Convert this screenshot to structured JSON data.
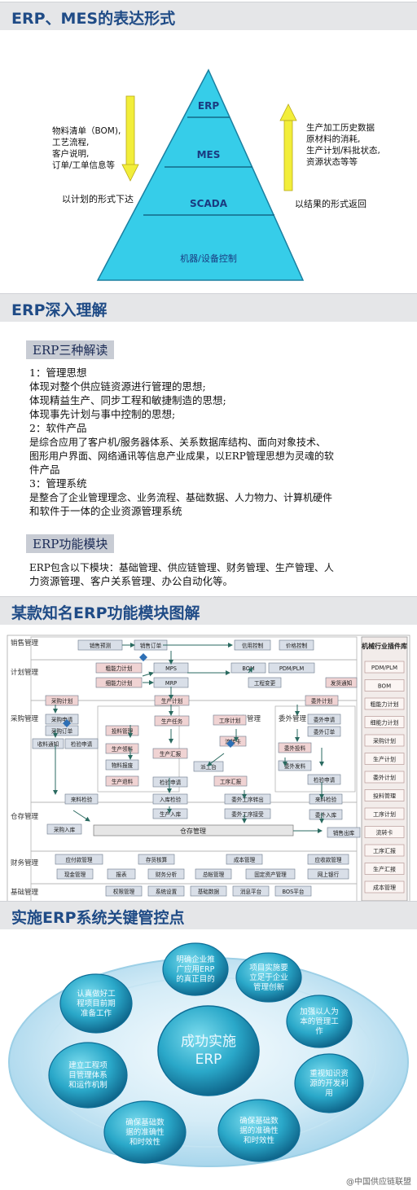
{
  "sections": {
    "s1_title": "ERP、MES的表达形式",
    "s2_title": "ERP深入理解",
    "s3_title": "某款知名ERP功能模块图解",
    "s4_title": "实施ERP系统关键管控点"
  },
  "pyramid": {
    "levels": [
      "ERP",
      "MES",
      "SCADA",
      "机器/设备控制"
    ],
    "left_notes": [
      "物料清单（BOM),",
      "工艺流程,",
      "客户说明,",
      "订单/工单信息等"
    ],
    "left_caption": "以计划的形式下达",
    "right_notes": [
      "生产加工历史数据",
      "原材料的消耗,",
      "生产计划/料批状态,",
      "资源状态等等"
    ],
    "right_caption": "以结果的形式返回",
    "colors": {
      "fill": "#33d0ee",
      "arrow_yellow": "#f2ee3a"
    }
  },
  "erp_understanding": {
    "tag1": "ERP三种解读",
    "lines": [
      "1：管理思想",
      "体现对整个供应链资源进行管理的思想;",
      "体现精益生产、同步工程和敏捷制造的思想;",
      "体现事先计划与事中控制的思想;",
      "2：软件产品",
      "是综合应用了客户机/服务器体系、关系数据库结构、面向对象技术、",
      "图形用户界面、网络通讯等信息产业成果，以ERP管理思想为灵魂的软",
      "件产品",
      "3：管理系统",
      "是整合了企业管理理念、业务流程、基础数据、人力物力、计算机硬件",
      "和软件于一体的企业资源管理系统"
    ],
    "tag2": "ERP功能模块",
    "modules_lines": [
      "ERP包含以下模块：基础管理、供应链管理、财务管理、生产管理、人",
      "力资源管理、客户关系管理、办公自动化等。"
    ]
  },
  "flow": {
    "side_labels": [
      "销售管理",
      "计划管理",
      "采购管理",
      "仓存管理",
      "财务管理",
      "基础管理"
    ],
    "plugin_title": "机械行业插件库",
    "plugins": [
      "PDM/PLM",
      "BOM",
      "粗能力计划",
      "细能力计划",
      "采购计划",
      "生产计划",
      "委外计划",
      "投料管理",
      "工序计划",
      "流转卡",
      "工序汇报",
      "生产汇报",
      "成本管理"
    ],
    "boxes": {
      "sales_forecast": "销售预测",
      "sales_order": "销售订单",
      "credit_control": "信用控制",
      "price_control": "价格控制",
      "rough_cap1": "粗能力计划",
      "rough_cap2": "细能力计划",
      "mps": "MPS",
      "mrp": "MRP",
      "bom": "BOM",
      "pdm": "PDM/PLM",
      "eng_change": "工程变更",
      "ship_notice": "发货通知",
      "purchase_plan": "采购计划",
      "prod_plan": "生产计划",
      "outsource_plan": "委外计划",
      "purchase_apply": "采购申请",
      "purchase_order": "采购订单",
      "receive_notice": "收料通知",
      "inspect_apply": "检验申请",
      "prod_task": "生产任务",
      "feed_mgmt": "投料管理",
      "prod_pick": "生产领料",
      "material_report": "物料报废",
      "prod_return": "生产退料",
      "prod_report": "生产汇报",
      "inspect_apply2": "检验申请",
      "process_plan": "工序计划",
      "flow_card": "流转卡",
      "dispatch": "派工台",
      "process_report": "工序汇报",
      "outsource_apply": "委外申请",
      "outsource_order": "委外订单",
      "outsource_feed": "委外投料",
      "outsource_issue": "委外发料",
      "inspect_apply3": "检验申请",
      "incoming_inspect": "来料检验",
      "incoming_inspect2": "来料检验",
      "stock_check": "入库检验",
      "prod_in": "生产入库",
      "outsource_transfer": "委外工序转出",
      "outsource_receive": "委外工序接受",
      "outsource_in": "委外入库",
      "purchase_in": "采购入库",
      "warehouse": "仓存管理",
      "sales_out": "销售出库",
      "payable": "应付款管理",
      "stock_accounting": "存货核算",
      "cost_mgmt": "成本管理",
      "receivable": "应收款管理",
      "cash": "现金管理",
      "report": "报表",
      "fin_analysis": "财务分析",
      "ledger": "总帐管理",
      "fixed_asset": "固定资产管理",
      "bank": "网上银行",
      "auth": "权限管理",
      "sys_setting": "系统设置",
      "base_data": "基础数据",
      "msg_platform": "消息平台",
      "bos": "BOS平台",
      "mfg_label": "生产管理",
      "outsource_label": "委外管理"
    }
  },
  "key_points": {
    "center": [
      "成功实施",
      "ERP"
    ],
    "bubbles": [
      [
        "明确企业推",
        "广应用ERP",
        "的真正目的"
      ],
      [
        "项目实施要",
        "立足于企业",
        "管理创新"
      ],
      [
        "认真做好工",
        "程项目前期",
        "准备工作"
      ],
      [
        "加强以人为",
        "本的管理工",
        "作"
      ],
      [
        "建立工程项",
        "目管理体系",
        "和运作机制"
      ],
      [
        "重视知识资",
        "源的开发利",
        "用"
      ],
      [
        "确保基础数",
        "据的准确性",
        "和时效性"
      ],
      [
        "确保基础数",
        "据的准确性",
        "和时效性"
      ]
    ],
    "watermark": "@中国供应链联盟"
  }
}
